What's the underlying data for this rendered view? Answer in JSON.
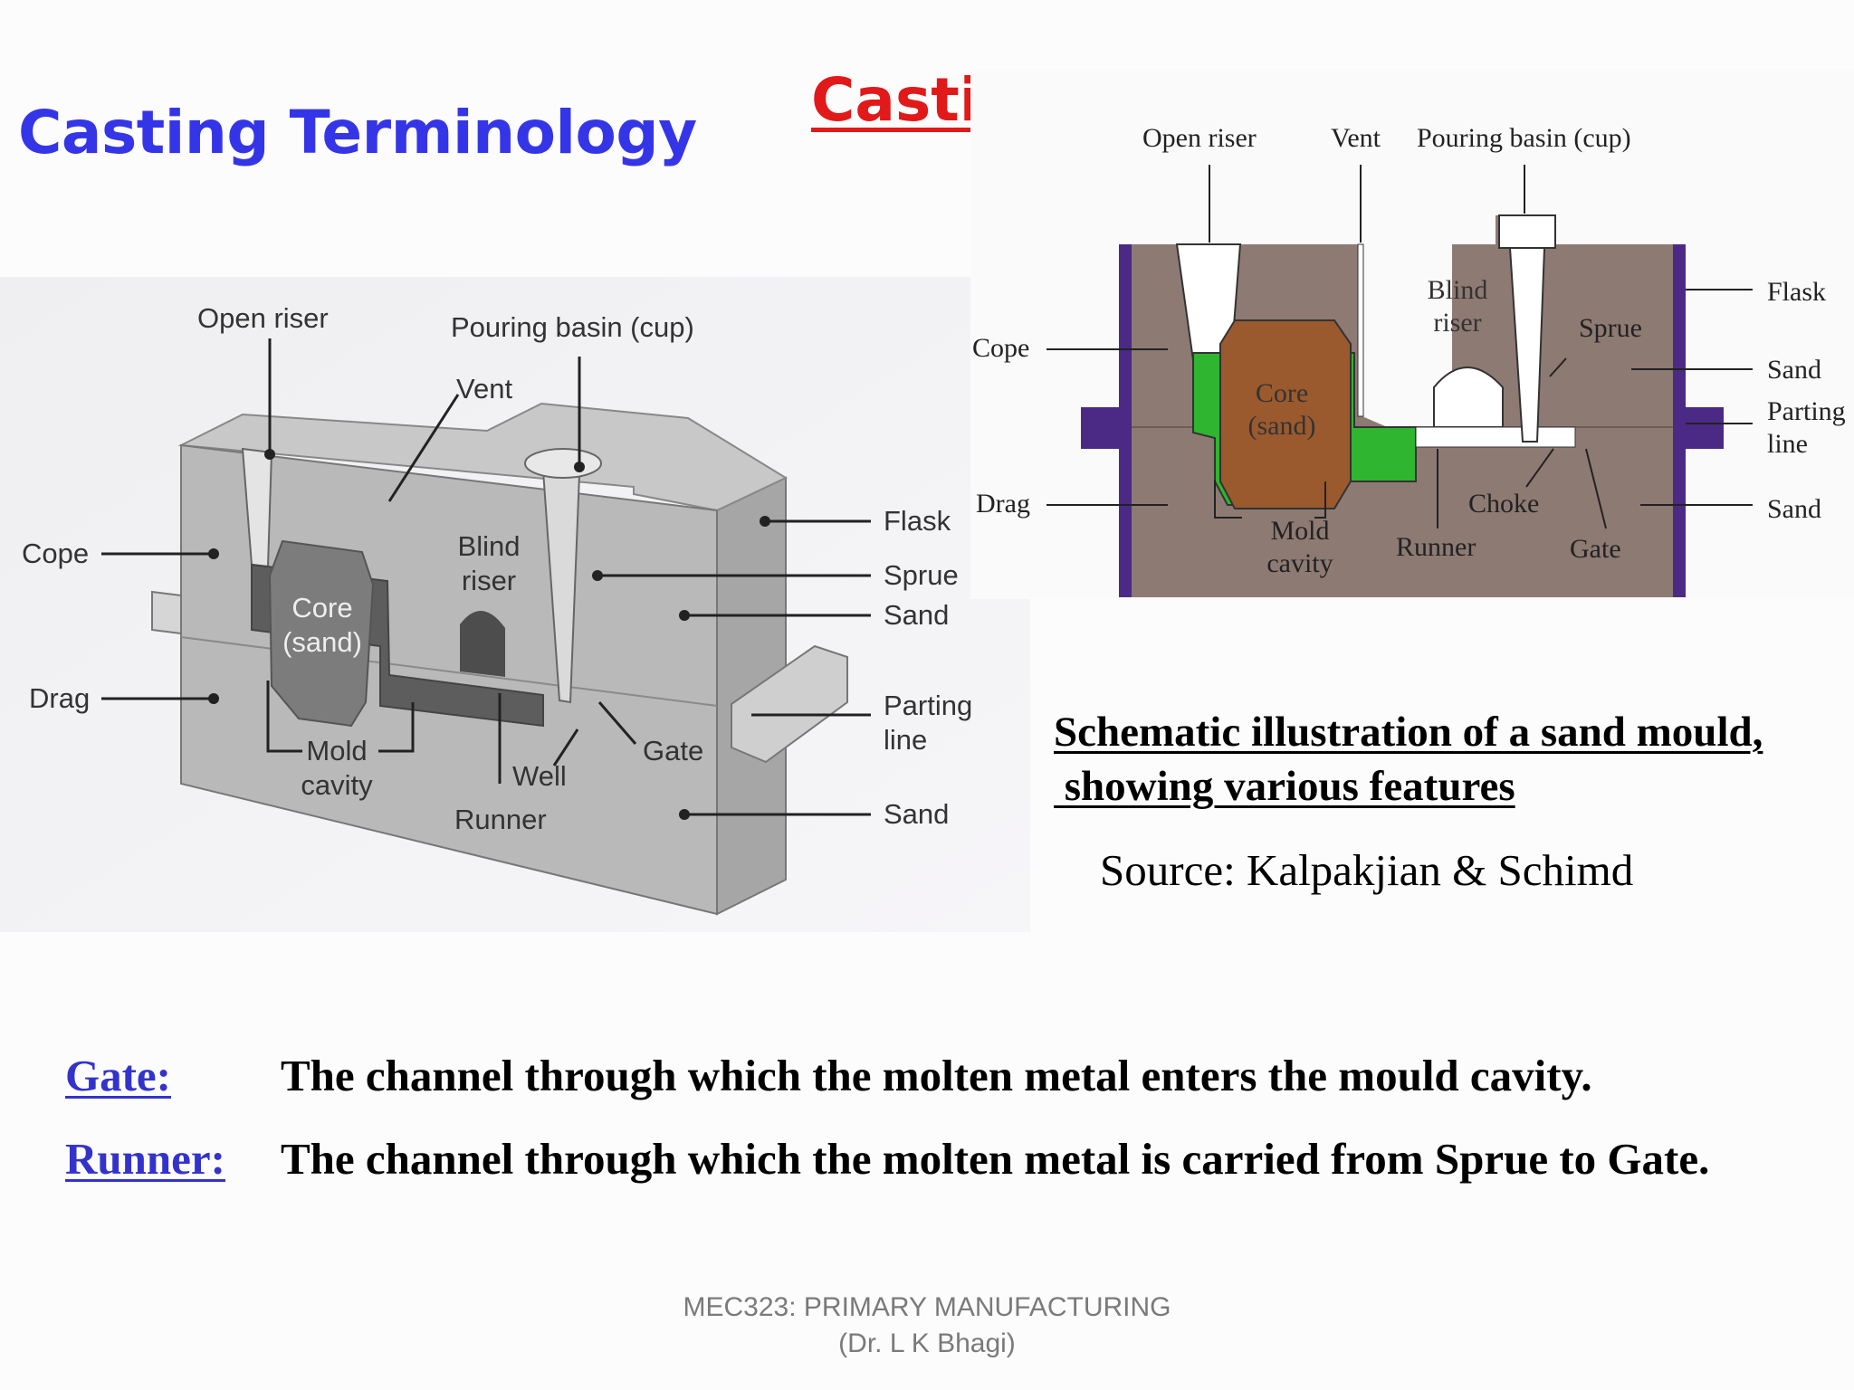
{
  "header": {
    "slide_title": "Casting Terminology",
    "main_title": "Casting"
  },
  "left_figure": {
    "labels": {
      "open_riser": "Open riser",
      "pouring_basin": "Pouring basin (cup)",
      "vent": "Vent",
      "cope": "Cope",
      "drag": "Drag",
      "blind_riser": "Blind riser",
      "core": "Core (sand)",
      "flask": "Flask",
      "sprue": "Sprue",
      "sand_top": "Sand",
      "parting_line": "Parting line",
      "mold_cavity": "Mold cavity",
      "well": "Well",
      "gate": "Gate",
      "runner": "Runner",
      "sand_bottom": "Sand"
    }
  },
  "right_figure": {
    "labels": {
      "open_riser": "Open riser",
      "vent": "Vent",
      "pouring_basin": "Pouring basin (cup)",
      "cope": "Cope",
      "drag": "Drag",
      "blind_riser": "Blind riser",
      "core": "Core (sand)",
      "sprue": "Sprue",
      "flask": "Flask",
      "sand_top": "Sand",
      "parting_line": "Parting line",
      "sand_bottom": "Sand",
      "mold_cavity": "Mold cavity",
      "choke": "Choke",
      "runner": "Runner",
      "gate": "Gate"
    },
    "colors": {
      "sand": "#8d7a73",
      "flask": "#4b2a86",
      "core": "#9a5a2e",
      "cavity": "#2fb52f"
    }
  },
  "caption": {
    "line1": "Schematic illustration of a sand mould,",
    "line2": " showing various features",
    "source": "Source: Kalpakjian & Schimd"
  },
  "definitions": [
    {
      "term": "Gate:",
      "text": "The channel through which the molten metal enters the mould cavity."
    },
    {
      "term": "Runner:",
      "text": "The channel through which the molten metal is carried from Sprue to Gate."
    }
  ],
  "footer": {
    "line1": "MEC323: PRIMARY MANUFACTURING",
    "line2": "(Dr. L K Bhagi)"
  }
}
